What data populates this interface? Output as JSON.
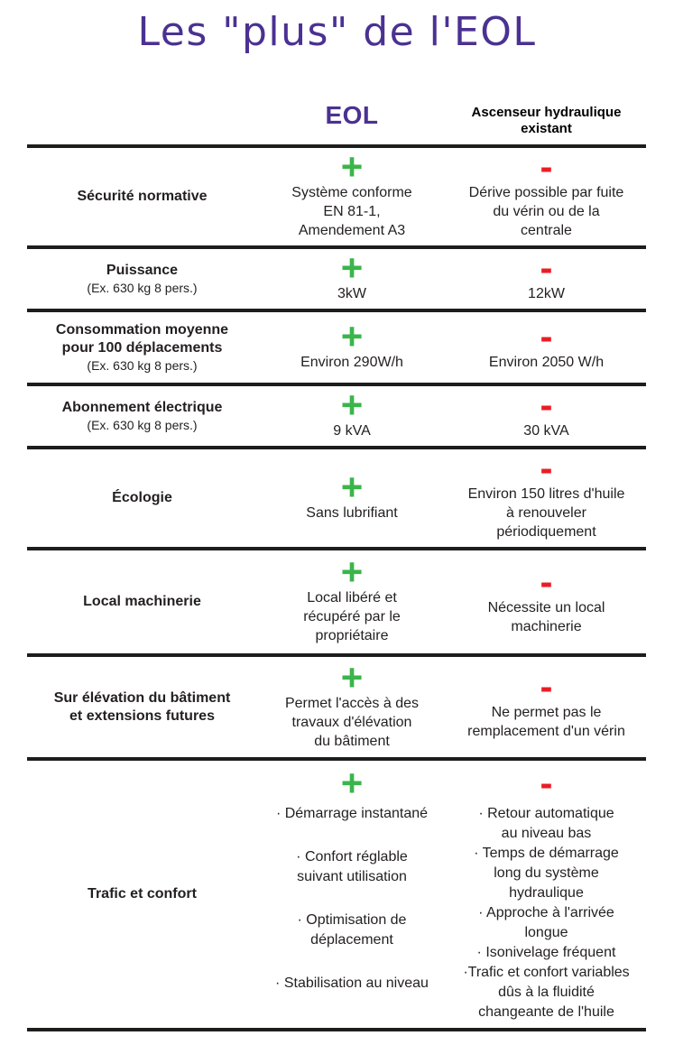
{
  "title": "Les \"plus\" de l'EOL",
  "colors": {
    "accent_purple": "#4B3192",
    "plus_green": "#3BB54A",
    "minus_red": "#EC1C24",
    "rule_black": "#1D1D1B",
    "text_dark": "#231F20"
  },
  "columns": {
    "eol": "EOL",
    "hydraulic": "Ascenseur hydraulique\nexistant"
  },
  "rows": [
    {
      "label": "Sécurité normative",
      "eol": {
        "sign": "+",
        "text": "Système conforme\nEN 81-1,\nAmendement A3"
      },
      "hyd": {
        "sign": "-",
        "text": "Dérive possible par fuite\ndu vérin ou de la\ncentrale"
      }
    },
    {
      "label": "Puissance",
      "sublabel": "(Ex. 630 kg 8 pers.)",
      "eol": {
        "sign": "+",
        "text": "3kW"
      },
      "hyd": {
        "sign": "-",
        "text": "12kW"
      }
    },
    {
      "label": "Consommation moyenne\npour 100 déplacements",
      "sublabel": "(Ex. 630 kg 8 pers.)",
      "eol": {
        "sign": "+",
        "text": "Environ 290W/h"
      },
      "hyd": {
        "sign": "-",
        "text": "Environ 2050 W/h"
      }
    },
    {
      "label": "Abonnement électrique",
      "sublabel": "(Ex. 630 kg 8 pers.)",
      "eol": {
        "sign": "+",
        "text": "9 kVA"
      },
      "hyd": {
        "sign": "-",
        "text": "30 kVA"
      }
    },
    {
      "label": "Écologie",
      "eol": {
        "sign": "+",
        "text": "Sans lubrifiant"
      },
      "hyd": {
        "sign": "-",
        "text": "Environ 150 litres d'huile\nà renouveler\npériodiquement"
      }
    },
    {
      "label": "Local machinerie",
      "eol": {
        "sign": "+",
        "text": "Local libéré et\nrécupéré par le\npropriétaire"
      },
      "hyd": {
        "sign": "-",
        "text": "Nécessite un local\nmachinerie"
      }
    },
    {
      "label": "Sur élévation du bâtiment\net extensions futures",
      "eol": {
        "sign": "+",
        "text": "Permet l'accès à des\ntravaux d'élévation\ndu bâtiment"
      },
      "hyd": {
        "sign": "-",
        "text": "Ne permet pas le\nremplacement d'un vérin"
      }
    },
    {
      "label": "Trafic et confort",
      "eol": {
        "sign": "+",
        "bullets": [
          "· Démarrage instantané",
          "· Confort réglable\nsuivant utilisation",
          "· Optimisation de\ndéplacement",
          "· Stabilisation au niveau"
        ]
      },
      "hyd": {
        "sign": "-",
        "bullets": [
          "· Retour automatique\nau niveau bas",
          "· Temps de démarrage\nlong du système\nhydraulique",
          "· Approche à l'arrivée\nlongue",
          "· Isonivelage fréquent",
          "·Trafic et confort variables\ndûs à la fluidité\nchangeante de l'huile"
        ]
      }
    }
  ]
}
